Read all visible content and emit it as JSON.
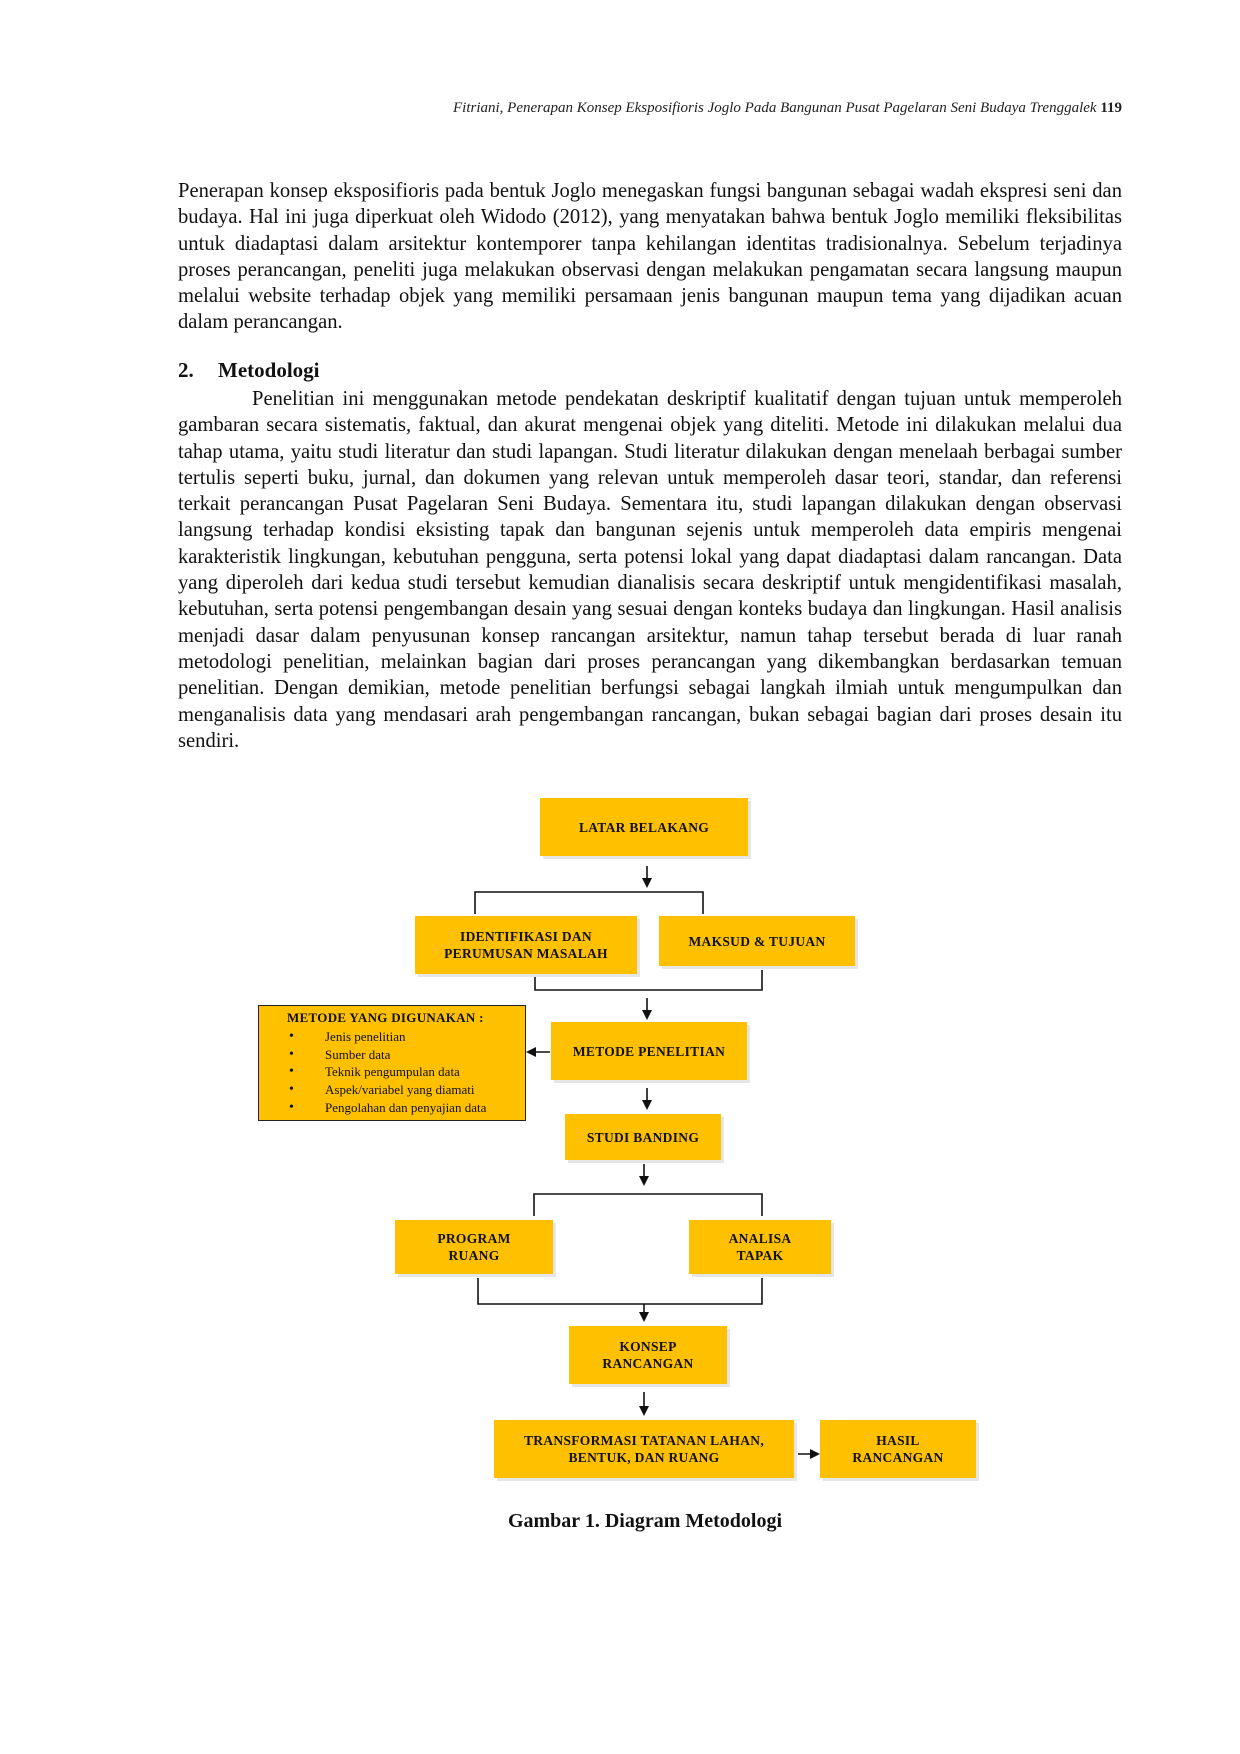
{
  "header": {
    "running_title": "Fitriani, Penerapan Konsep Eksposifioris Joglo Pada Bangunan Pusat Pagelaran Seni Budaya Trenggalek",
    "page_number": "119"
  },
  "paragraph_1": "Penerapan konsep eksposifioris pada bentuk Joglo menegaskan fungsi bangunan sebagai wadah ekspresi seni dan budaya. Hal ini juga diperkuat oleh Widodo (2012), yang menyatakan bahwa bentuk Joglo memiliki fleksibilitas untuk diadaptasi dalam arsitektur kontemporer tanpa kehilangan identitas tradisionalnya. Sebelum terjadinya proses perancangan, peneliti juga melakukan observasi dengan melakukan pengamatan secara langsung maupun melalui website terhadap objek yang memiliki persamaan jenis bangunan maupun tema yang dijadikan acuan dalam perancangan.",
  "section": {
    "number": "2.",
    "title": "Metodologi",
    "paragraph": "Penelitian ini menggunakan metode pendekatan deskriptif kualitatif dengan tujuan untuk memperoleh gambaran secara sistematis, faktual, dan akurat mengenai objek yang diteliti. Metode ini dilakukan melalui dua tahap utama, yaitu studi literatur dan studi lapangan. Studi literatur dilakukan dengan menelaah berbagai sumber tertulis seperti buku, jurnal, dan dokumen yang relevan untuk memperoleh dasar teori, standar, dan referensi terkait perancangan Pusat Pagelaran Seni Budaya. Sementara itu, studi lapangan dilakukan dengan observasi langsung terhadap kondisi eksisting tapak dan bangunan sejenis untuk memperoleh data empiris mengenai karakteristik lingkungan, kebutuhan pengguna, serta potensi lokal yang dapat diadaptasi dalam rancangan. Data yang diperoleh dari kedua studi tersebut kemudian dianalisis secara deskriptif untuk mengidentifikasi masalah, kebutuhan, serta potensi pengembangan desain yang sesuai dengan konteks budaya dan lingkungan. Hasil analisis menjadi dasar dalam penyusunan konsep rancangan arsitektur, namun tahap tersebut berada di luar ranah metodologi penelitian, melainkan bagian dari proses perancangan yang dikembangkan berdasarkan temuan penelitian. Dengan demikian, metode penelitian berfungsi sebagai langkah ilmiah untuk mengumpulkan dan menganalisis data yang mendasari arah pengembangan rancangan, bukan sebagai bagian dari proses desain itu sendiri."
  },
  "diagram": {
    "accent_color": "#FFC000",
    "nodes": {
      "latar_belakang": "LATAR BELAKANG",
      "identifikasi": "IDENTIFIKASI DAN\nPERUMUSAN MASALAH",
      "maksud": "MAKSUD & TUJUAN",
      "metode_penelitian": "METODE PENELITIAN",
      "studi_banding": "STUDI BANDING",
      "program_ruang": "PROGRAM\nRUANG",
      "analisa_tapak": "ANALISA\nTAPAK",
      "konsep_rancangan": "KONSEP\nRANCANGAN",
      "transformasi": "TRANSFORMASI TATANAN LAHAN,\nBENTUK, DAN RUANG",
      "hasil_rancangan": "HASIL\nRANCANGAN"
    },
    "methods_box": {
      "title": "METODE YANG DIGUNAKAN :",
      "items": [
        "Jenis penelitian",
        "Sumber data",
        "Teknik pengumpulan data",
        "Aspek/variabel yang diamati",
        "Pengolahan dan penyajian data"
      ]
    },
    "caption": "Gambar 1. Diagram Metodologi"
  }
}
